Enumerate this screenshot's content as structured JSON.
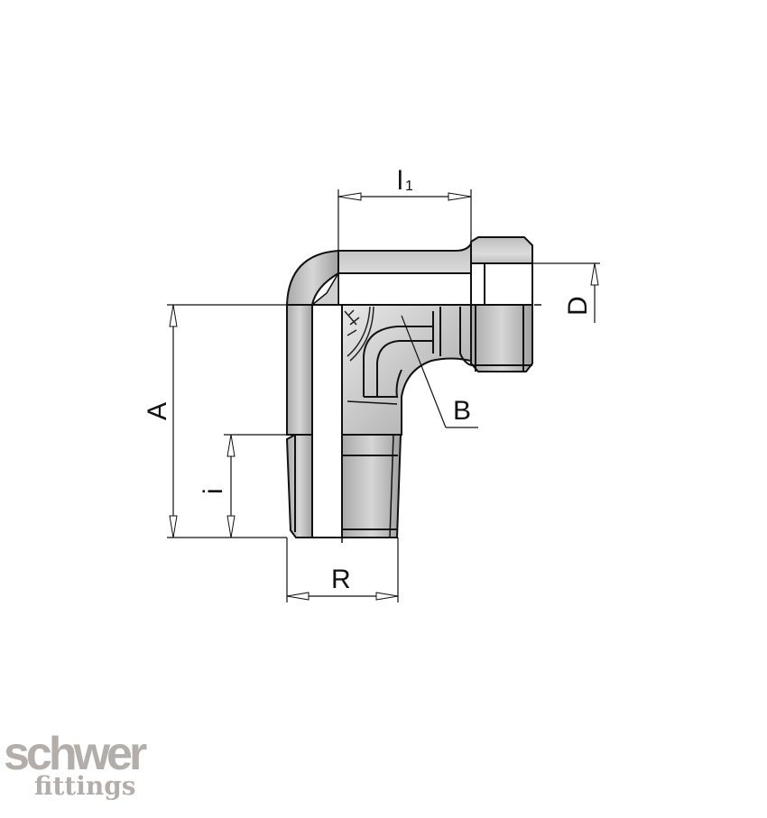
{
  "diagram": {
    "type": "technical-drawing",
    "subject": "90-degree elbow pipe fitting (male tapered thread to male straight thread)",
    "colors": {
      "background": "#ffffff",
      "body_fill": "#b8b8b8",
      "body_light": "#e2e2e2",
      "outline": "#111111",
      "logo": "#b3aeaa"
    },
    "dimensions": {
      "l1": {
        "label": "l",
        "subscript": "1"
      },
      "D": {
        "label": "D"
      },
      "A": {
        "label": "A"
      },
      "i": {
        "label": "i"
      },
      "B": {
        "label": "B"
      },
      "R": {
        "label": "R"
      }
    }
  },
  "logo": {
    "name": "schwer",
    "tagline": "fittings"
  }
}
